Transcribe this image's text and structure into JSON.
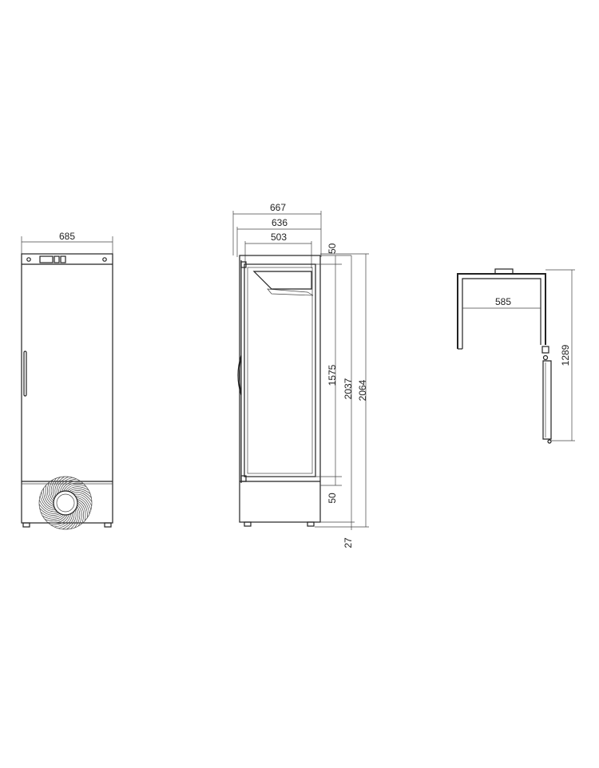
{
  "dimensions": {
    "front_width": "685",
    "side_total_depth": "667",
    "side_depth_2": "636",
    "side_inner_depth": "503",
    "top_gap": "50",
    "bottom_gap": "50",
    "inner_height": "1575",
    "body_height": "2037",
    "total_height": "2064",
    "feet_height": "27",
    "door_open_depth": "585",
    "door_open_height": "1289"
  },
  "colors": {
    "line": "#222222",
    "background": "#ffffff"
  }
}
